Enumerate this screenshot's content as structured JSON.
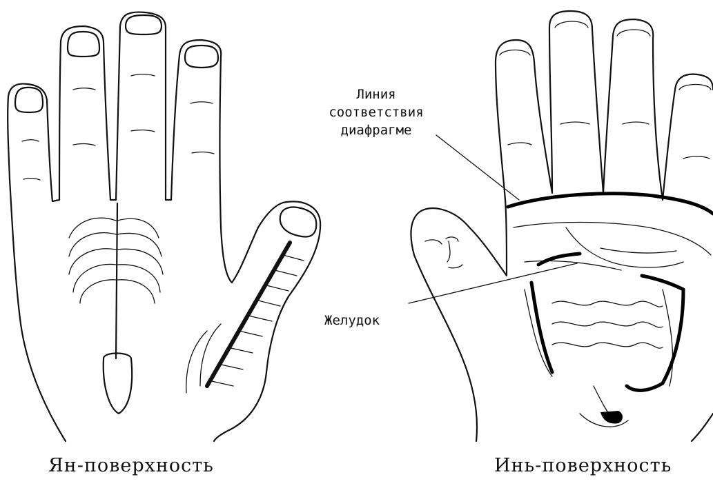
{
  "captions": {
    "yang": "Ян-поверхность",
    "yin": "Инь-поверхность"
  },
  "labels": {
    "diaphragm_line_1": "Линия",
    "diaphragm_line_2": "соответствия",
    "diaphragm_line_3": "диафрагме",
    "stomach": "Желудок"
  },
  "colors": {
    "ink": "#111111",
    "background": "#ffffff"
  }
}
